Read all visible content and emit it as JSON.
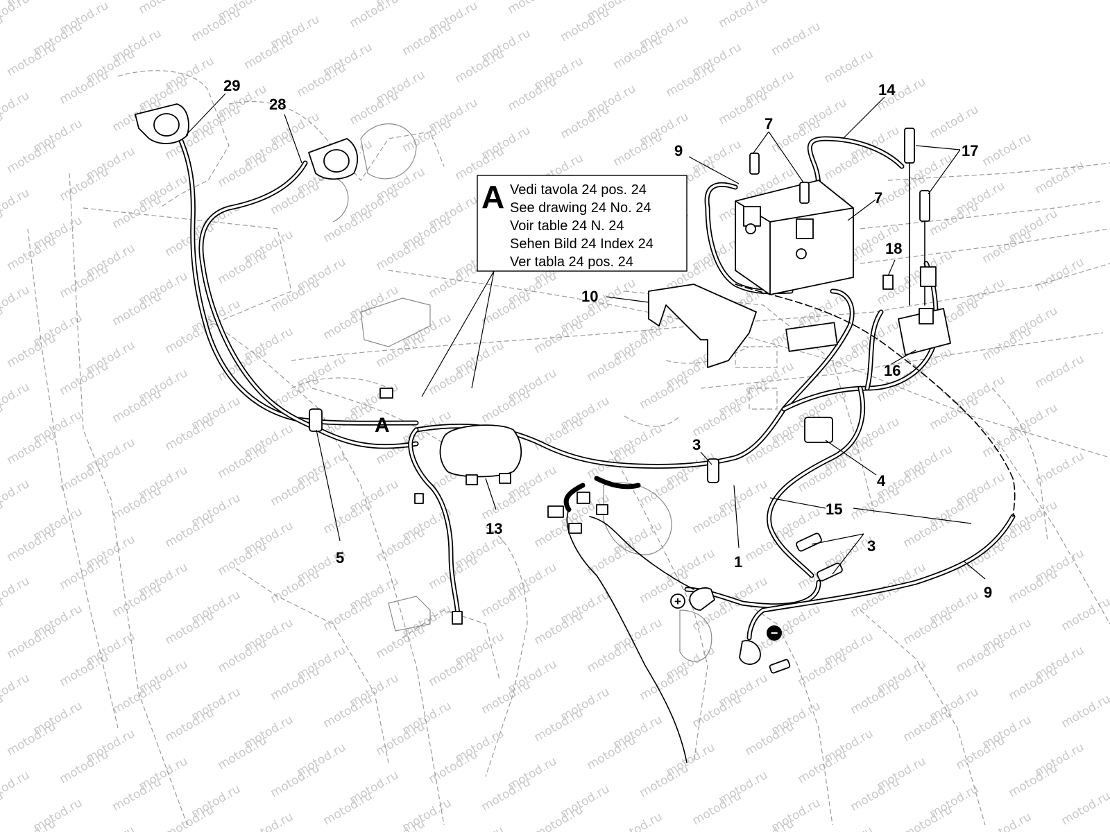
{
  "legend": {
    "letter": "A",
    "lines": [
      "Vedi tavola 24 pos. 24",
      "See drawing 24 No. 24",
      "Voir table 24 N. 24",
      "Sehen Bild 24 Index 24",
      "Ver tabla 24 pos. 24"
    ]
  },
  "ref_marker": "A",
  "callouts": {
    "c29": "29",
    "c28": "28",
    "c14": "14",
    "c7a": "7",
    "c7b": "7",
    "c9a": "9",
    "c17": "17",
    "c18": "18",
    "c10": "10",
    "c16": "16",
    "c3a": "3",
    "c4": "4",
    "c15": "15",
    "c3b": "3",
    "c13": "13",
    "c5": "5",
    "c1": "1",
    "c9b": "9"
  },
  "symbols": {
    "plus": "+",
    "minus": "−"
  },
  "watermark": "motod.ru"
}
